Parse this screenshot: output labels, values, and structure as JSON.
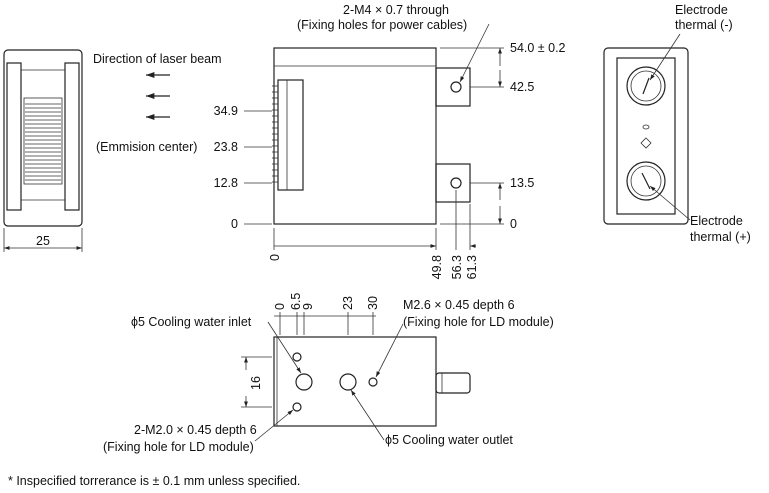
{
  "diagram": {
    "left_view": {
      "width_label": "25"
    },
    "front_view": {
      "hole_callout_1": "2-M4 × 0.7 through",
      "hole_callout_2": "(Fixing holes for power cables)",
      "beam_label": "Direction of laser beam",
      "y_dims": [
        "34.9",
        "23.8",
        "12.8",
        "0"
      ],
      "emission_label": "(Emmision center)",
      "right_dims": [
        "54.0 ± 0.2",
        "42.5",
        "13.5",
        "0"
      ],
      "x_dims": [
        "0",
        "49.8",
        "56.3",
        "61.3"
      ]
    },
    "right_view": {
      "terminal_minus_1": "Electrode",
      "terminal_minus_2": "thermal (-)",
      "terminal_plus_1": "Electrode",
      "terminal_plus_2": "thermal (+)"
    },
    "bottom_view": {
      "top_dims": [
        "0",
        "6.5",
        "9",
        "23",
        "30"
      ],
      "inlet_label": "ϕ5 Cooling water inlet",
      "outlet_label": "ϕ5 Cooling water outlet",
      "m26_label_1": "M2.6 × 0.45 depth 6",
      "m26_label_2": "(Fixing hole for LD module)",
      "m20_label_1": "2-M2.0 × 0.45 depth 6",
      "m20_label_2": "(Fixing hole for LD module)",
      "height_dim": "16"
    },
    "footnote": "* Inspecified torrerance is ± 0.1 mm unless specified."
  }
}
